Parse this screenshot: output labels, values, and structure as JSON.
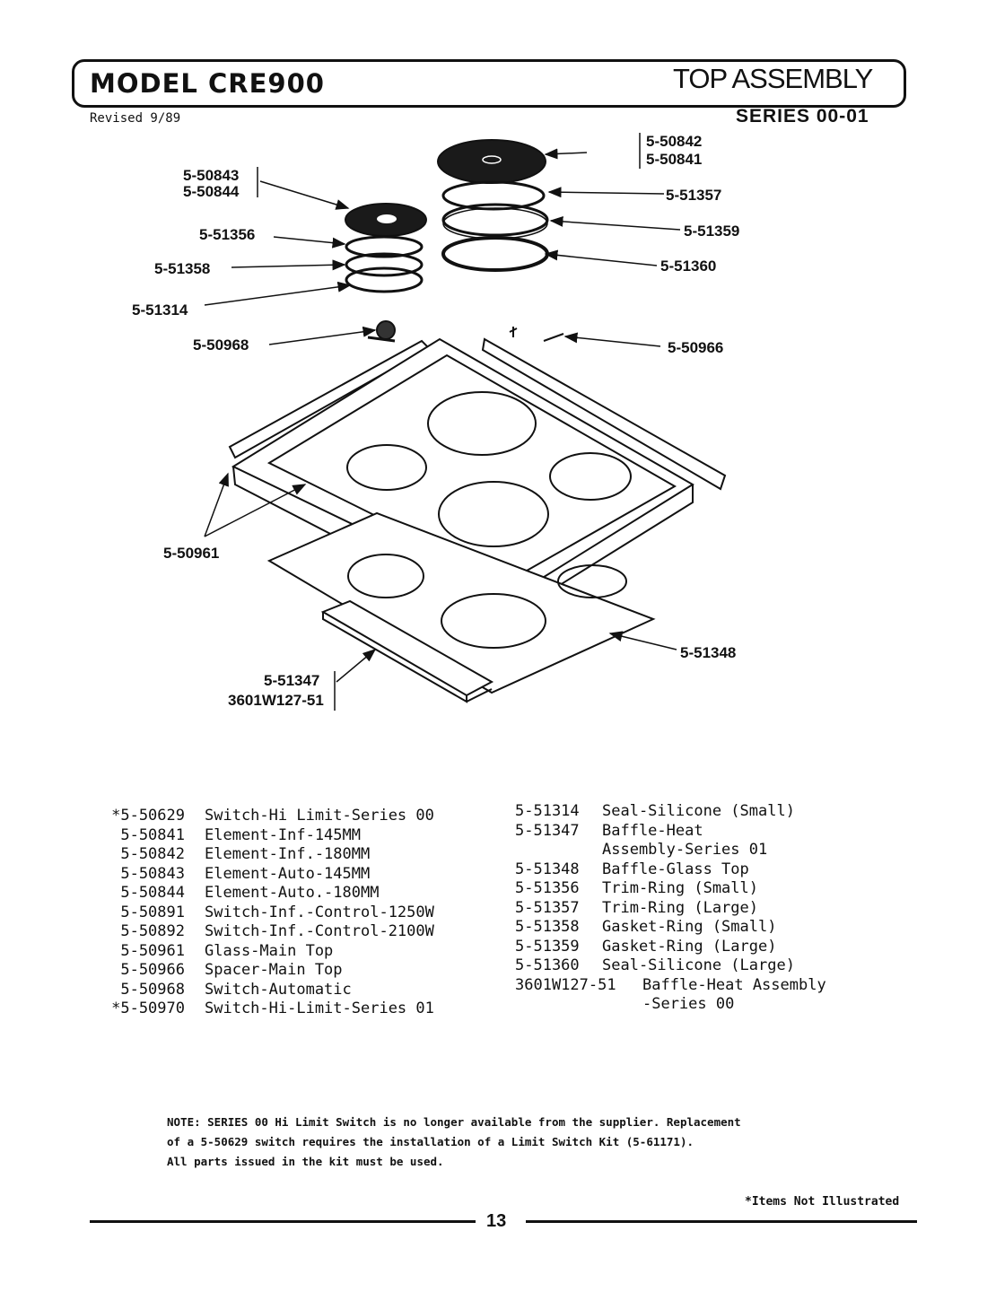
{
  "header": {
    "model": "MODEL CRE900",
    "title": "TOP ASSEMBLY",
    "revised": "Revised 9/89",
    "series": "SERIES 00-01"
  },
  "diagram": {
    "labels": {
      "p50842": "5-50842",
      "p50841": "5-50841",
      "p50843": "5-50843",
      "p50844": "5-50844",
      "p51357": "5-51357",
      "p51356": "5-51356",
      "p51359": "5-51359",
      "p51358": "5-51358",
      "p51360": "5-51360",
      "p51314": "5-51314",
      "p50968": "5-50968",
      "p50966": "5-50966",
      "p50961": "5-50961",
      "p51348": "5-51348",
      "p51347": "5-51347",
      "p3601": "3601W127-51"
    }
  },
  "parts_left": [
    {
      "num": "*5-50629",
      "desc": "Switch-Hi Limit-Series 00"
    },
    {
      "num": "5-50841",
      "desc": "Element-Inf-145MM"
    },
    {
      "num": "5-50842",
      "desc": "Element-Inf.-180MM"
    },
    {
      "num": "5-50843",
      "desc": "Element-Auto-145MM"
    },
    {
      "num": "5-50844",
      "desc": "Element-Auto.-180MM"
    },
    {
      "num": "5-50891",
      "desc": "Switch-Inf.-Control-1250W"
    },
    {
      "num": "5-50892",
      "desc": "Switch-Inf.-Control-2100W"
    },
    {
      "num": "5-50961",
      "desc": "Glass-Main Top"
    },
    {
      "num": "5-50966",
      "desc": "Spacer-Main Top"
    },
    {
      "num": "5-50968",
      "desc": "Switch-Automatic"
    },
    {
      "num": "*5-50970",
      "desc": "Switch-Hi-Limit-Series 01"
    }
  ],
  "parts_right": [
    {
      "num": "5-51314",
      "desc": "Seal-Silicone (Small)"
    },
    {
      "num": "5-51347",
      "desc": "Baffle-Heat"
    },
    {
      "num": "",
      "desc": "Assembly-Series 01"
    },
    {
      "num": "5-51348",
      "desc": "Baffle-Glass Top"
    },
    {
      "num": "5-51356",
      "desc": "Trim-Ring (Small)"
    },
    {
      "num": "5-51357",
      "desc": "Trim-Ring (Large)"
    },
    {
      "num": "5-51358",
      "desc": "Gasket-Ring (Small)"
    },
    {
      "num": "5-51359",
      "desc": "Gasket-Ring (Large)"
    },
    {
      "num": "5-51360",
      "desc": "Seal-Silicone (Large)"
    }
  ],
  "parts_right_last": {
    "num": "3601W127-51",
    "desc": "Baffle-Heat Assembly",
    "desc2": "-Series 00"
  },
  "note": {
    "line1": "NOTE:  SERIES 00 Hi Limit Switch is no longer available from the supplier.  Replacement",
    "line2": "of a 5-50629 switch requires the installation of a Limit Switch Kit (5-61171).",
    "line3": "All parts issued in the kit must be used."
  },
  "footer": {
    "not_illustrated": "*Items Not Illustrated",
    "page": "13"
  }
}
